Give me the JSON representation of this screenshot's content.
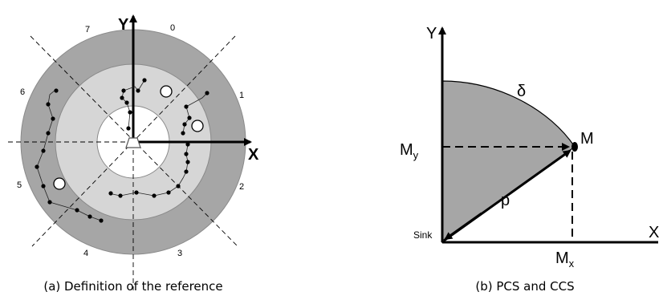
{
  "figure_a": {
    "axis_y": "Y",
    "axis_x": "X",
    "sectors": [
      "0",
      "1",
      "2",
      "3",
      "4",
      "5",
      "6",
      "7"
    ],
    "caption": "(a) Definition of the reference"
  },
  "figure_b": {
    "axis_y": "Y",
    "axis_x": "X",
    "delta": "δ",
    "point_m": "M",
    "my": "M",
    "my_sub": "y",
    "mx": "M",
    "mx_sub": "x",
    "p": "p",
    "sink": "Sink",
    "caption": "(b) PCS and CCS"
  }
}
